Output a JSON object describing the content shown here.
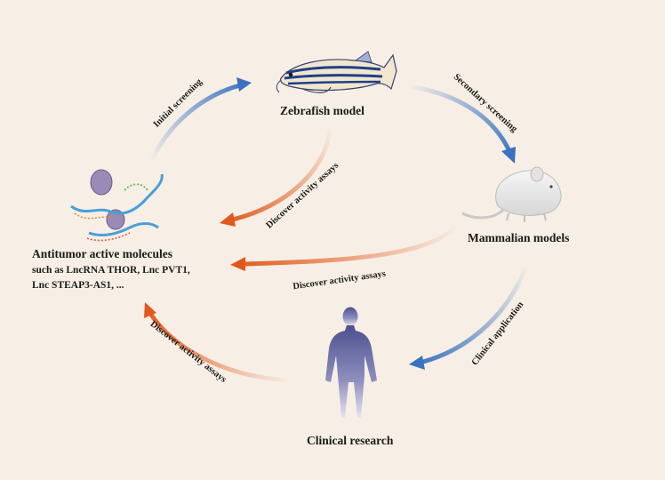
{
  "nodes": {
    "zebrafish": {
      "title": "Zebrafish model"
    },
    "mammalian": {
      "title": "Mammalian models"
    },
    "clinical": {
      "title": "Clinical research"
    },
    "molecules": {
      "title": "Antitumor active molecules",
      "lines": [
        "such as LncRNA THOR, Lnc PVT1,",
        "Lnc STEAP3-AS1, ..."
      ]
    }
  },
  "arrows": {
    "initial": {
      "label": "Initial screening",
      "color": "#3a72c0"
    },
    "secondary": {
      "label": "Secondary screening",
      "color": "#3a72c0"
    },
    "clinical_app": {
      "label": "Clinical application",
      "color": "#3a72c0"
    },
    "discover_zebrafish": {
      "label": "Discover activity assays",
      "color": "#e0581b"
    },
    "discover_mammalian": {
      "label": "Discover activity assays",
      "color": "#e0581b"
    },
    "discover_clinical": {
      "label": "Discover activity assays",
      "color": "#e0581b"
    }
  },
  "colors": {
    "background": "#f7efe5",
    "blue_arrow": "#3a72c0",
    "orange_arrow": "#e0581b"
  },
  "icons": [
    "zebrafish-icon",
    "mouse-icon",
    "human-silhouette-icon",
    "rna-molecule-icon"
  ]
}
